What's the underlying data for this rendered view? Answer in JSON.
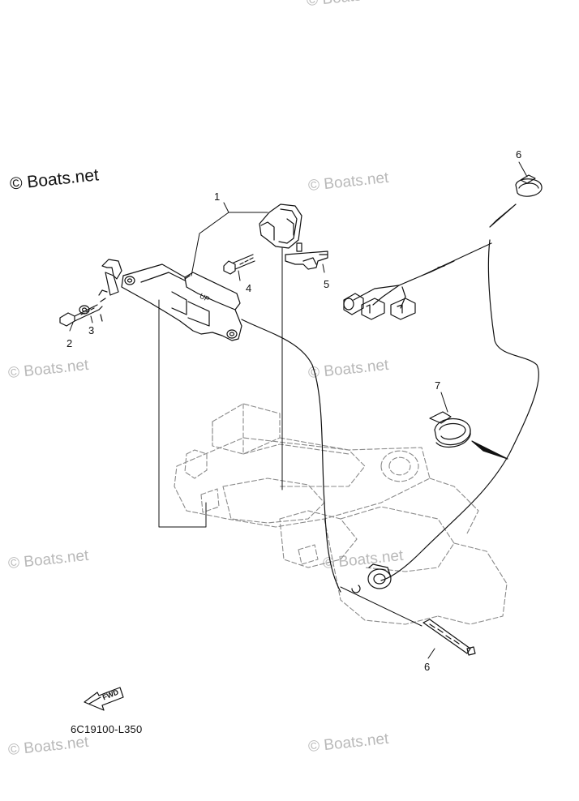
{
  "watermarks": {
    "primary": "© Boats.net",
    "faint": "© Boats.net"
  },
  "callouts": [
    "1",
    "2",
    "3",
    "4",
    "5",
    "6",
    "6",
    "7"
  ],
  "drawing_code": "6C19100-L350",
  "fwd_label": "FWD",
  "switch_label": "UP",
  "colors": {
    "ink": "#111111",
    "phantom": "#8a8a8a",
    "watermark": "#b9b9b9"
  }
}
